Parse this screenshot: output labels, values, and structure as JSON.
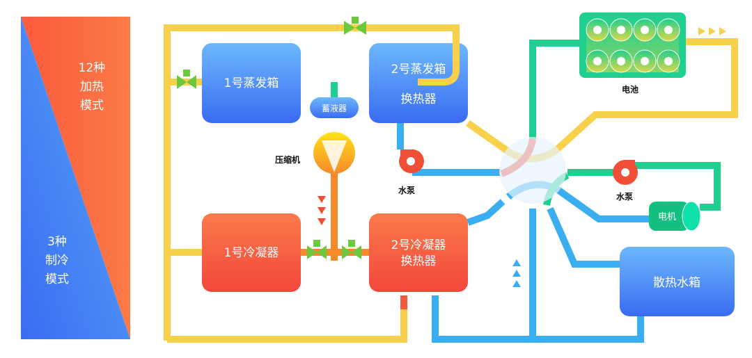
{
  "modes": {
    "heating": [
      "12种",
      "加热",
      "模式"
    ],
    "cooling": [
      "3种",
      "制冷",
      "模式"
    ]
  },
  "components": {
    "evaporator1": "1号蒸发箱",
    "evaporator2": [
      "2号蒸发箱",
      "换热器"
    ],
    "accumulator": "蓄液器",
    "compressor": "压缩机",
    "condenser1": "1号冷凝器",
    "condenser2": [
      "2号冷凝器",
      "换热器"
    ],
    "pump_left": "水泵",
    "pump_right": "水泵",
    "battery": "电池",
    "motor": "电机",
    "radiator": "散热水箱"
  },
  "colors": {
    "refrigerant_hot": "#f5d04a",
    "coolant_blue": "#3aaef0",
    "coolant_green": "#1fcf8f",
    "heat_red": "#f04e36",
    "box_blue": "#3f7ef5",
    "box_red": "#f25a3e",
    "valve_green": "#6cc83c"
  }
}
